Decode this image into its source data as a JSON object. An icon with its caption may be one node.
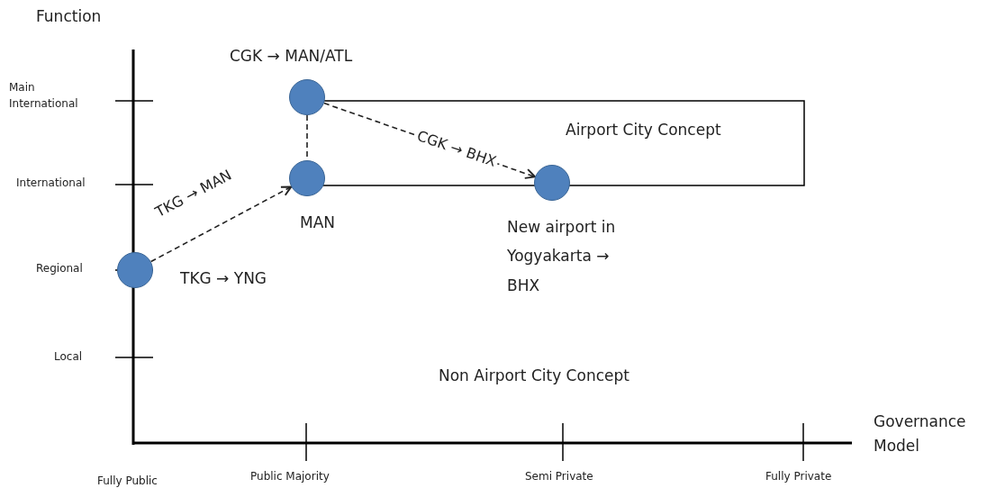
{
  "diagram": {
    "nodes": [
      {
        "text": [],
        "shape": "circle",
        "beside": [
          "TKG → YNG"
        ]
      },
      {
        "text": [],
        "shape": "circle",
        "beside": [
          "CGK → MAN/ATL"
        ]
      },
      {
        "text": [],
        "shape": "circle",
        "beside": [
          "MAN"
        ]
      },
      {
        "text": [],
        "shape": "circle",
        "beside": [
          "New airport in Yogyakarta → BHX"
        ]
      }
    ],
    "edges": [
      {
        "from": 0,
        "to": 2,
        "arrow": "to",
        "style": "dashed",
        "label": "TKG → MAN"
      },
      {
        "from": 1,
        "to": 3,
        "arrow": "to",
        "style": "dashed",
        "label": "CGK → BHX"
      },
      {
        "from": 1,
        "to": 2,
        "arrow": "none",
        "style": "dashed"
      }
    ],
    "labels": [
      "Function",
      "Main International",
      "International",
      "Regional",
      "Local",
      "Governance Model",
      "Fully Public",
      "Public Majority",
      "Semi Private",
      "Fully Private",
      "Airport City Concept",
      "Non Airport City Concept"
    ]
  }
}
